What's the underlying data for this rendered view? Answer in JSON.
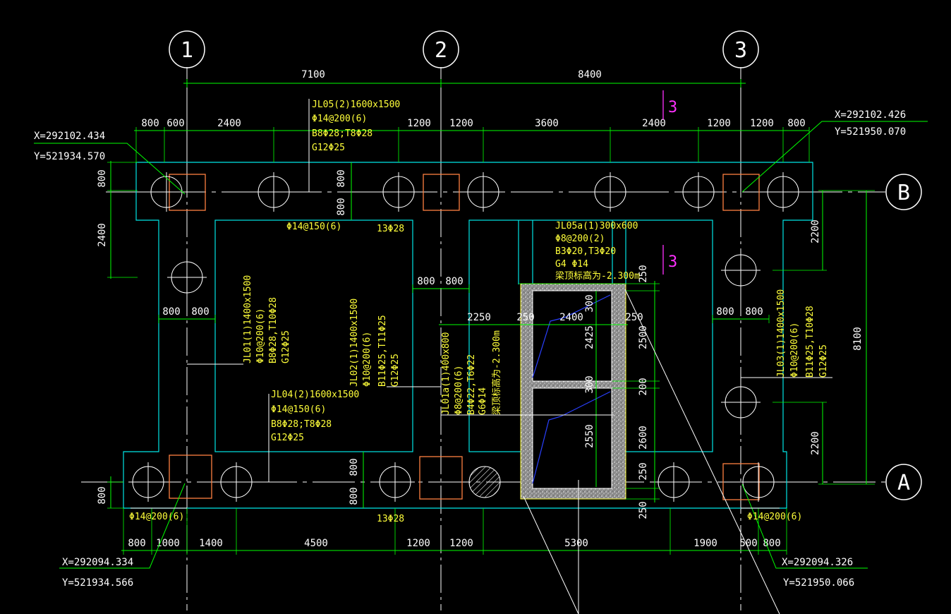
{
  "colors": {
    "background": "#000000",
    "dimension": "#00ff00",
    "outline": "#00e5e5",
    "column": "#ff8040",
    "annotation": "#ffff3a",
    "section": "#ff30ff",
    "pile": "#ffffff",
    "wall_fill": "#9a9a9a",
    "rebar": "#2a40ff"
  },
  "axes": {
    "grid_1": "1",
    "grid_2": "2",
    "grid_3": "3",
    "grid_B": "B",
    "grid_A": "A"
  },
  "dimensions": {
    "top_overall": [
      "7100",
      "8400"
    ],
    "top_detail": [
      "800",
      "600",
      "2400",
      "1200",
      "1200",
      "3600",
      "2400",
      "1200",
      "1200",
      "800"
    ],
    "bottom_detail": [
      "800",
      "1000",
      "1400",
      "4500",
      "1200",
      "1200",
      "5300",
      "1900",
      "500",
      "800"
    ],
    "left_vertical": [
      "800",
      "2400",
      "800"
    ],
    "right_vertical": [
      "2200",
      "8100",
      "2200"
    ],
    "beam_widths": {
      "left": [
        "800",
        "800"
      ],
      "middle": [
        "800",
        "800"
      ],
      "right": [
        "800",
        "800"
      ],
      "upper_b": "800",
      "upper_b2": "800",
      "lower_a": "800",
      "lower_a2": "800"
    },
    "pit_vertical": [
      "250",
      "2500",
      "200",
      "2600",
      "250",
      "250"
    ],
    "pit_inner": {
      "w250a": "250",
      "w2400": "2400",
      "w250b": "250",
      "h300a": "300",
      "h2425": "2425",
      "h300b": "300",
      "h2550": "2550",
      "span2250": "2250"
    }
  },
  "coordinates": {
    "top_left_x": "X=292102.434",
    "top_left_y": "Y=521934.570",
    "top_right_x": "X=292102.426",
    "top_right_y": "Y=521950.070",
    "bottom_left_x": "X=292094.334",
    "bottom_left_y": "Y=521934.566",
    "bottom_right_x": "X=292094.326",
    "bottom_right_y": "Y=521950.066"
  },
  "section_marks": [
    "3",
    "3"
  ],
  "beam_labels": {
    "jl05": [
      "JL05(2)1600x1500",
      "Φ14@200(6)",
      "B8Φ28;T8Φ28",
      "G12Φ25"
    ],
    "jl05_stirrup": "Φ14@150(6)",
    "jl05_bar": "13Φ28",
    "jl05a": [
      "JL05a(1)300x600",
      "Φ8@200(2)",
      "B3Φ20,T3Φ20",
      "G4 Φ14",
      "梁顶标高为-2.300m"
    ],
    "jl01": [
      "JL01(1)1400x1500",
      "Φ10@200(6)",
      "B8Φ28,T10Φ28",
      "G12Φ25"
    ],
    "jl02": [
      "JL02(1)1400x1500",
      "Φ10@200(6)",
      "B11Φ25,T11Φ25",
      "G12Φ25"
    ],
    "jl01a": [
      "JL01a(1)400x800",
      "Φ8@200(6)",
      "B4Φ22,T6Φ22",
      "G6Φ14",
      "梁顶标高为-2.300m"
    ],
    "jl03": [
      "JL03(1)1400x1500",
      "Φ10@200(6)",
      "B11Φ25,T10Φ28",
      "G12Φ25"
    ],
    "jl04": [
      "JL04(2)1600x1500",
      "Φ14@150(6)",
      "B8Φ28;T8Φ28",
      "G12Φ25"
    ],
    "bottom_left_stirrup": "Φ14@200(6)",
    "bottom_bar": "13Φ28",
    "bottom_right_stirrup": "Φ14@200(6)"
  }
}
